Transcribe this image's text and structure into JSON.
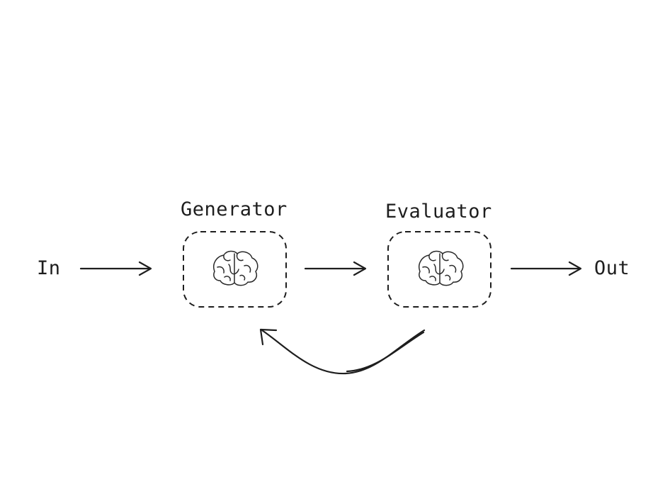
{
  "diagram": {
    "input_label": "In",
    "output_label": "Out",
    "generator": {
      "title": "Generator",
      "icon": "brain-icon"
    },
    "evaluator": {
      "title": "Evaluator",
      "icon": "brain-icon"
    }
  },
  "colors": {
    "stroke": "#1e1e1e",
    "background": "#ffffff"
  }
}
